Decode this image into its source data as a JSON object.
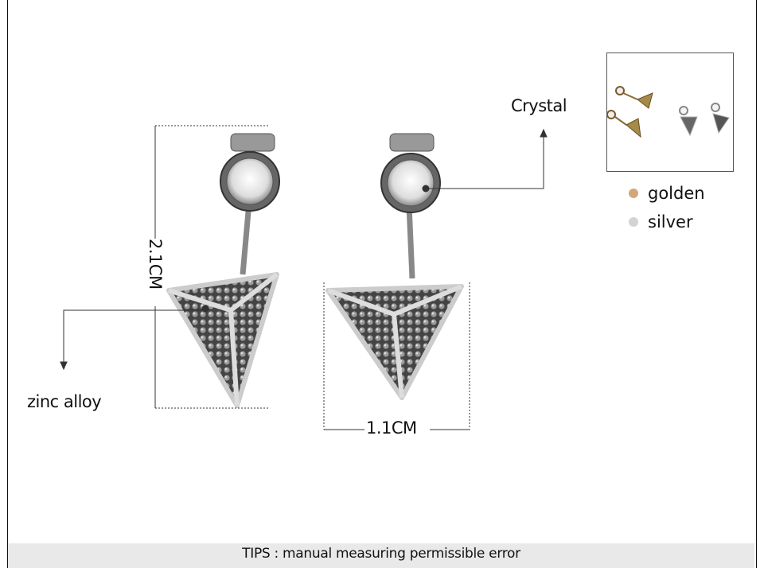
{
  "labels": {
    "crystal": "Crystal",
    "zinc_alloy": "zinc alloy",
    "height_dim": "2.1CM",
    "width_dim": "1.1CM"
  },
  "legend": [
    {
      "label": "golden",
      "color": "#d4a77a"
    },
    {
      "label": "silver",
      "color": "#d3d3d3"
    }
  ],
  "tips": "TIPS : manual measuring permissible error"
}
